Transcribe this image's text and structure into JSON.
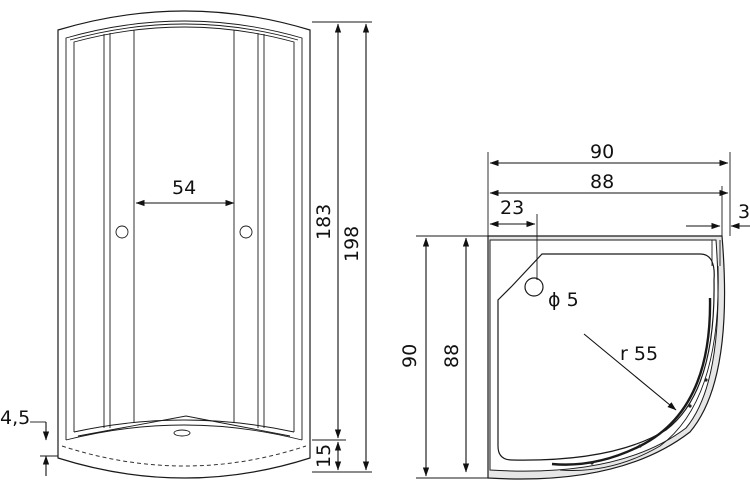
{
  "colors": {
    "line": "#1a1a1a",
    "background": "#ffffff",
    "tray_shade": "#e6e6e6"
  },
  "front_view": {
    "labels": {
      "door_spacing": "54",
      "door_height": "183",
      "total_height": "198",
      "tray_height": "15",
      "tray_step": "4,5"
    }
  },
  "plan_view": {
    "labels": {
      "outer_width": "90",
      "inner_width": "88",
      "drain_offset": "23",
      "wall_gap": "3",
      "outer_depth": "90",
      "inner_depth": "88",
      "drain_diameter": "ϕ 5",
      "radius": "r 55"
    }
  }
}
